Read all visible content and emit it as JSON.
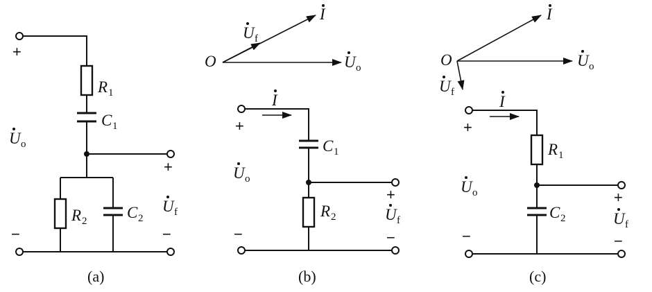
{
  "figure_a": {
    "caption": "(a)",
    "plus_in": "+",
    "minus_in": "−",
    "plus_out": "+",
    "minus_out": "−",
    "input_voltage": {
      "main": "U",
      "sub": "o"
    },
    "output_voltage": {
      "main": "U",
      "sub": "f"
    },
    "R1": {
      "main": "R",
      "sub": "1"
    },
    "C1": {
      "main": "C",
      "sub": "1"
    },
    "R2": {
      "main": "R",
      "sub": "2"
    },
    "C2": {
      "main": "C",
      "sub": "2"
    }
  },
  "figure_b": {
    "caption": "(b)",
    "origin": "O",
    "phasor_Uf": {
      "main": "U",
      "sub": "f"
    },
    "phasor_I": {
      "main": "I"
    },
    "phasor_Uo": {
      "main": "U",
      "sub": "o"
    },
    "current": {
      "main": "I"
    },
    "plus_in": "+",
    "minus_in": "−",
    "plus_out": "+",
    "minus_out": "−",
    "input_voltage": {
      "main": "U",
      "sub": "o"
    },
    "output_voltage": {
      "main": "U",
      "sub": "f"
    },
    "C1": {
      "main": "C",
      "sub": "1"
    },
    "R2": {
      "main": "R",
      "sub": "2"
    }
  },
  "figure_c": {
    "caption": "(c)",
    "origin": "O",
    "phasor_I": {
      "main": "I"
    },
    "phasor_Uo": {
      "main": "U",
      "sub": "o"
    },
    "phasor_Uf": {
      "main": "U",
      "sub": "f"
    },
    "current": {
      "main": "I"
    },
    "plus_in": "+",
    "minus_in": "−",
    "plus_out": "+",
    "minus_out": "−",
    "input_voltage": {
      "main": "U",
      "sub": "o"
    },
    "output_voltage": {
      "main": "U",
      "sub": "f"
    },
    "R1": {
      "main": "R",
      "sub": "1"
    },
    "C2": {
      "main": "C",
      "sub": "2"
    }
  }
}
